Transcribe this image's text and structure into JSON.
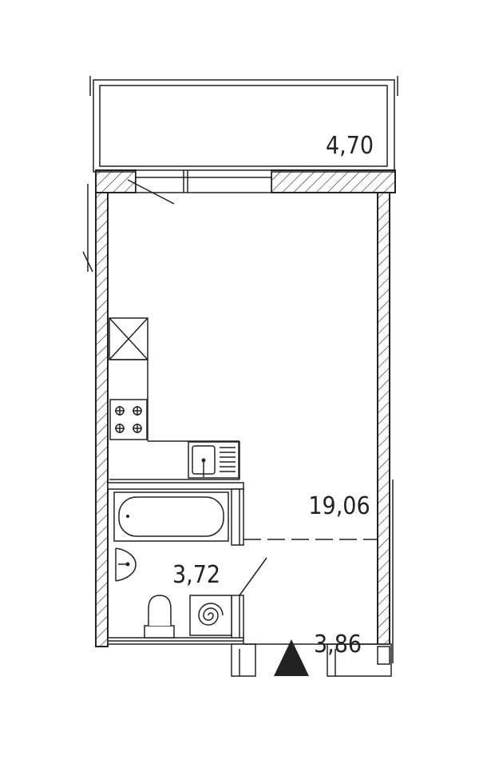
{
  "plan": {
    "rooms": [
      {
        "id": "balcony",
        "area": "4,70"
      },
      {
        "id": "living",
        "area": "19,06"
      },
      {
        "id": "bathroom",
        "area": "3,72"
      },
      {
        "id": "hall",
        "area": "3,86"
      }
    ]
  }
}
